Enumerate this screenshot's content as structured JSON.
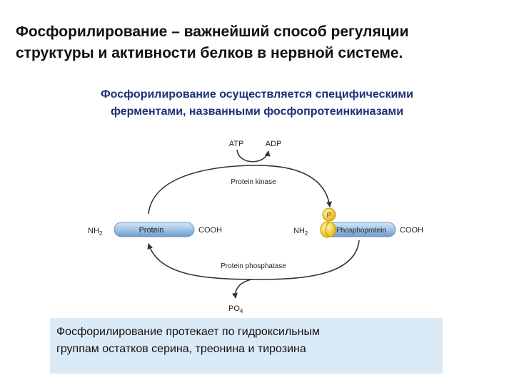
{
  "title": {
    "line1": "Фосфорилирование – важнейший способ регуляции",
    "line2": "структуры и активности белков в нервной системе."
  },
  "subtitle": {
    "line1": "Фосфорилирование осуществляется специфическими",
    "line2": "ферментами, названными фосфопротеинкиназами"
  },
  "diagram": {
    "atp": "ATP",
    "adp": "ADP",
    "kinase": "Protein kinase",
    "phosphatase": "Protein phosphatase",
    "po4_main": "PO",
    "po4_sub": "4",
    "left_protein": {
      "nh2_main": "NH",
      "nh2_sub": "2",
      "label": "Protein",
      "cooh": "COOH"
    },
    "right_protein": {
      "nh2_main": "NH",
      "nh2_sub": "2",
      "label": "Phosphoprotein",
      "cooh": "COOH",
      "p_label": "P"
    },
    "colors": {
      "protein_fill": "#9fc3e6",
      "phospho_yellow": "#f3c81a",
      "arrow": "#333333"
    }
  },
  "note": {
    "line1": "Фосфорилирование протекает по гидроксильным",
    "line2": "группам остатков серина, треонина и тирозина"
  }
}
